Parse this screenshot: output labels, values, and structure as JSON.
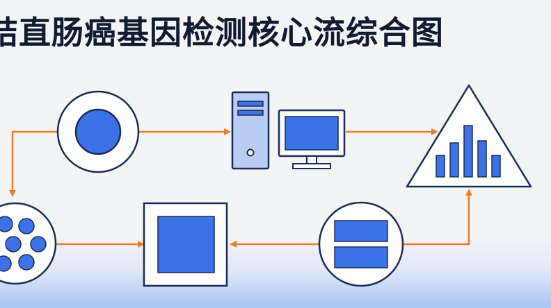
{
  "title": "结直肠癌基因检测核心流综合图",
  "colors": {
    "background": "#f3f4f6",
    "outline": "#1a2c55",
    "fill": "#3b72e6",
    "light_fill": "#dfe9fb",
    "arrow": "#f07b2a",
    "title": "#0f1b30"
  },
  "nodes": [
    {
      "id": "sample-node",
      "icon": "circle-target-icon"
    },
    {
      "id": "computer-node",
      "icon": "computer-workstation-icon"
    },
    {
      "id": "analysis-node",
      "icon": "triangle-bar-chart-icon"
    },
    {
      "id": "cell-cluster-node",
      "icon": "cell-cluster-icon"
    },
    {
      "id": "square-node",
      "icon": "filled-square-icon"
    },
    {
      "id": "sequencer-node",
      "icon": "two-bar-circle-icon"
    }
  ],
  "edges": [
    {
      "from": "sample-node",
      "to": "computer-node"
    },
    {
      "from": "computer-node",
      "to": "analysis-node"
    },
    {
      "from": "sample-node",
      "to": "cell-cluster-node"
    },
    {
      "from": "cell-cluster-node",
      "to": "square-node"
    },
    {
      "from": "sequencer-node",
      "to": "square-node"
    },
    {
      "from": "sequencer-node",
      "to": "analysis-node"
    }
  ]
}
